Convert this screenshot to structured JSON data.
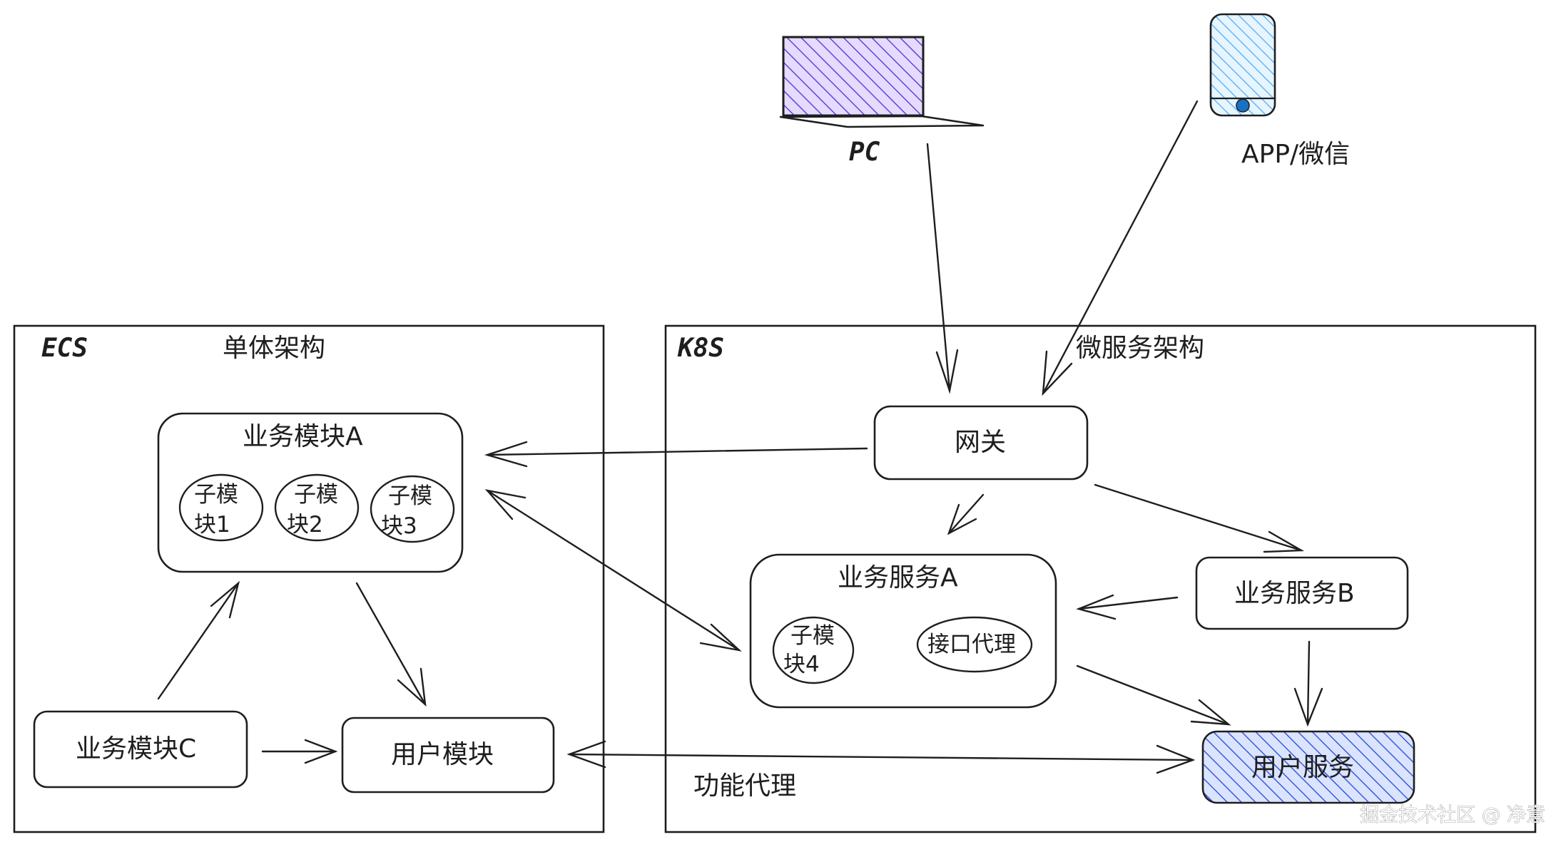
{
  "colors": {
    "stroke": "#1e1e1e",
    "pc_fill": "#6741d9",
    "phone_fill": "#4dabf7",
    "user_service_fill": "#3b5bdb"
  },
  "clients": {
    "pc": {
      "icon": "laptop-icon",
      "label": "PC"
    },
    "app": {
      "icon": "phone-icon",
      "label": "APP/微信"
    }
  },
  "ecs": {
    "label": "ECS",
    "title": "单体架构",
    "module_a": {
      "label": "业务模块A",
      "submodules": [
        "子模块1",
        "子模块2",
        "子模块3"
      ]
    },
    "module_c": "业务模块C",
    "user_module": "用户模块"
  },
  "k8s": {
    "label": "K8S",
    "title": "微服务架构",
    "gateway": "网关",
    "service_a": {
      "label": "业务服务A",
      "submodule": "子模块4",
      "proxy": "接口代理"
    },
    "service_b": "业务服务B",
    "user_service": "用户服务",
    "function_proxy": "功能代理"
  },
  "watermark": "掘金技术社区 @ 净意"
}
